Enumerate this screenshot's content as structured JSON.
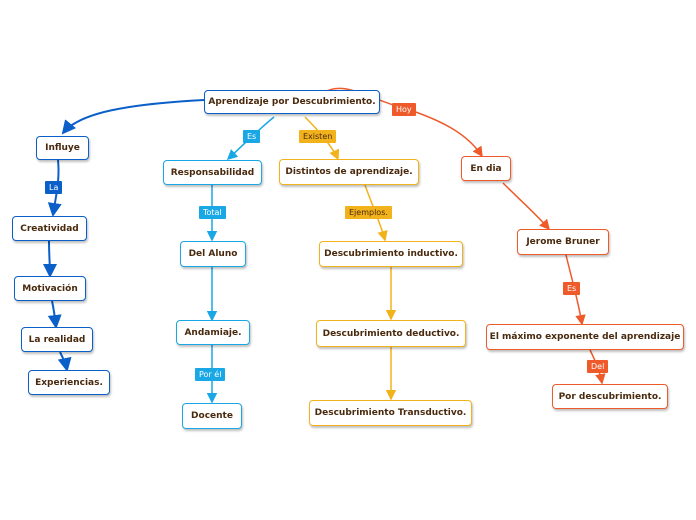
{
  "colors": {
    "blue": "#0b5fc8",
    "cyan": "#1aa7e6",
    "gold": "#f2b21c",
    "orange": "#ee5a2a",
    "text": "#4a2a0e"
  },
  "root": {
    "label": "Aprendizaje por Descubrimiento."
  },
  "branches": {
    "influye": {
      "nodes": [
        "Influye",
        "Creatividad",
        "Motivación",
        "La realidad",
        "Experiencias."
      ],
      "link_label": "La"
    },
    "es": {
      "edge_label": "Es",
      "nodes": [
        "Responsabilidad",
        "Del Aluno",
        "Andamiaje.",
        "Docente"
      ],
      "link_labels": [
        "Total",
        "Por él"
      ]
    },
    "existen": {
      "edge_label": "Existen",
      "nodes": [
        "Distintos de aprendizaje.",
        "Descubrimiento inductivo.",
        "Descubrimiento  deductivo.",
        "Descubrimiento Transductivo."
      ],
      "link_label": "Ejemplos."
    },
    "hoy": {
      "edge_label": "Hoy",
      "nodes": [
        "En dia",
        "Jerome Bruner",
        "El máximo exponente del aprendizaje",
        "Por descubrimiento."
      ],
      "link_labels": [
        "Es",
        "Del"
      ]
    }
  }
}
